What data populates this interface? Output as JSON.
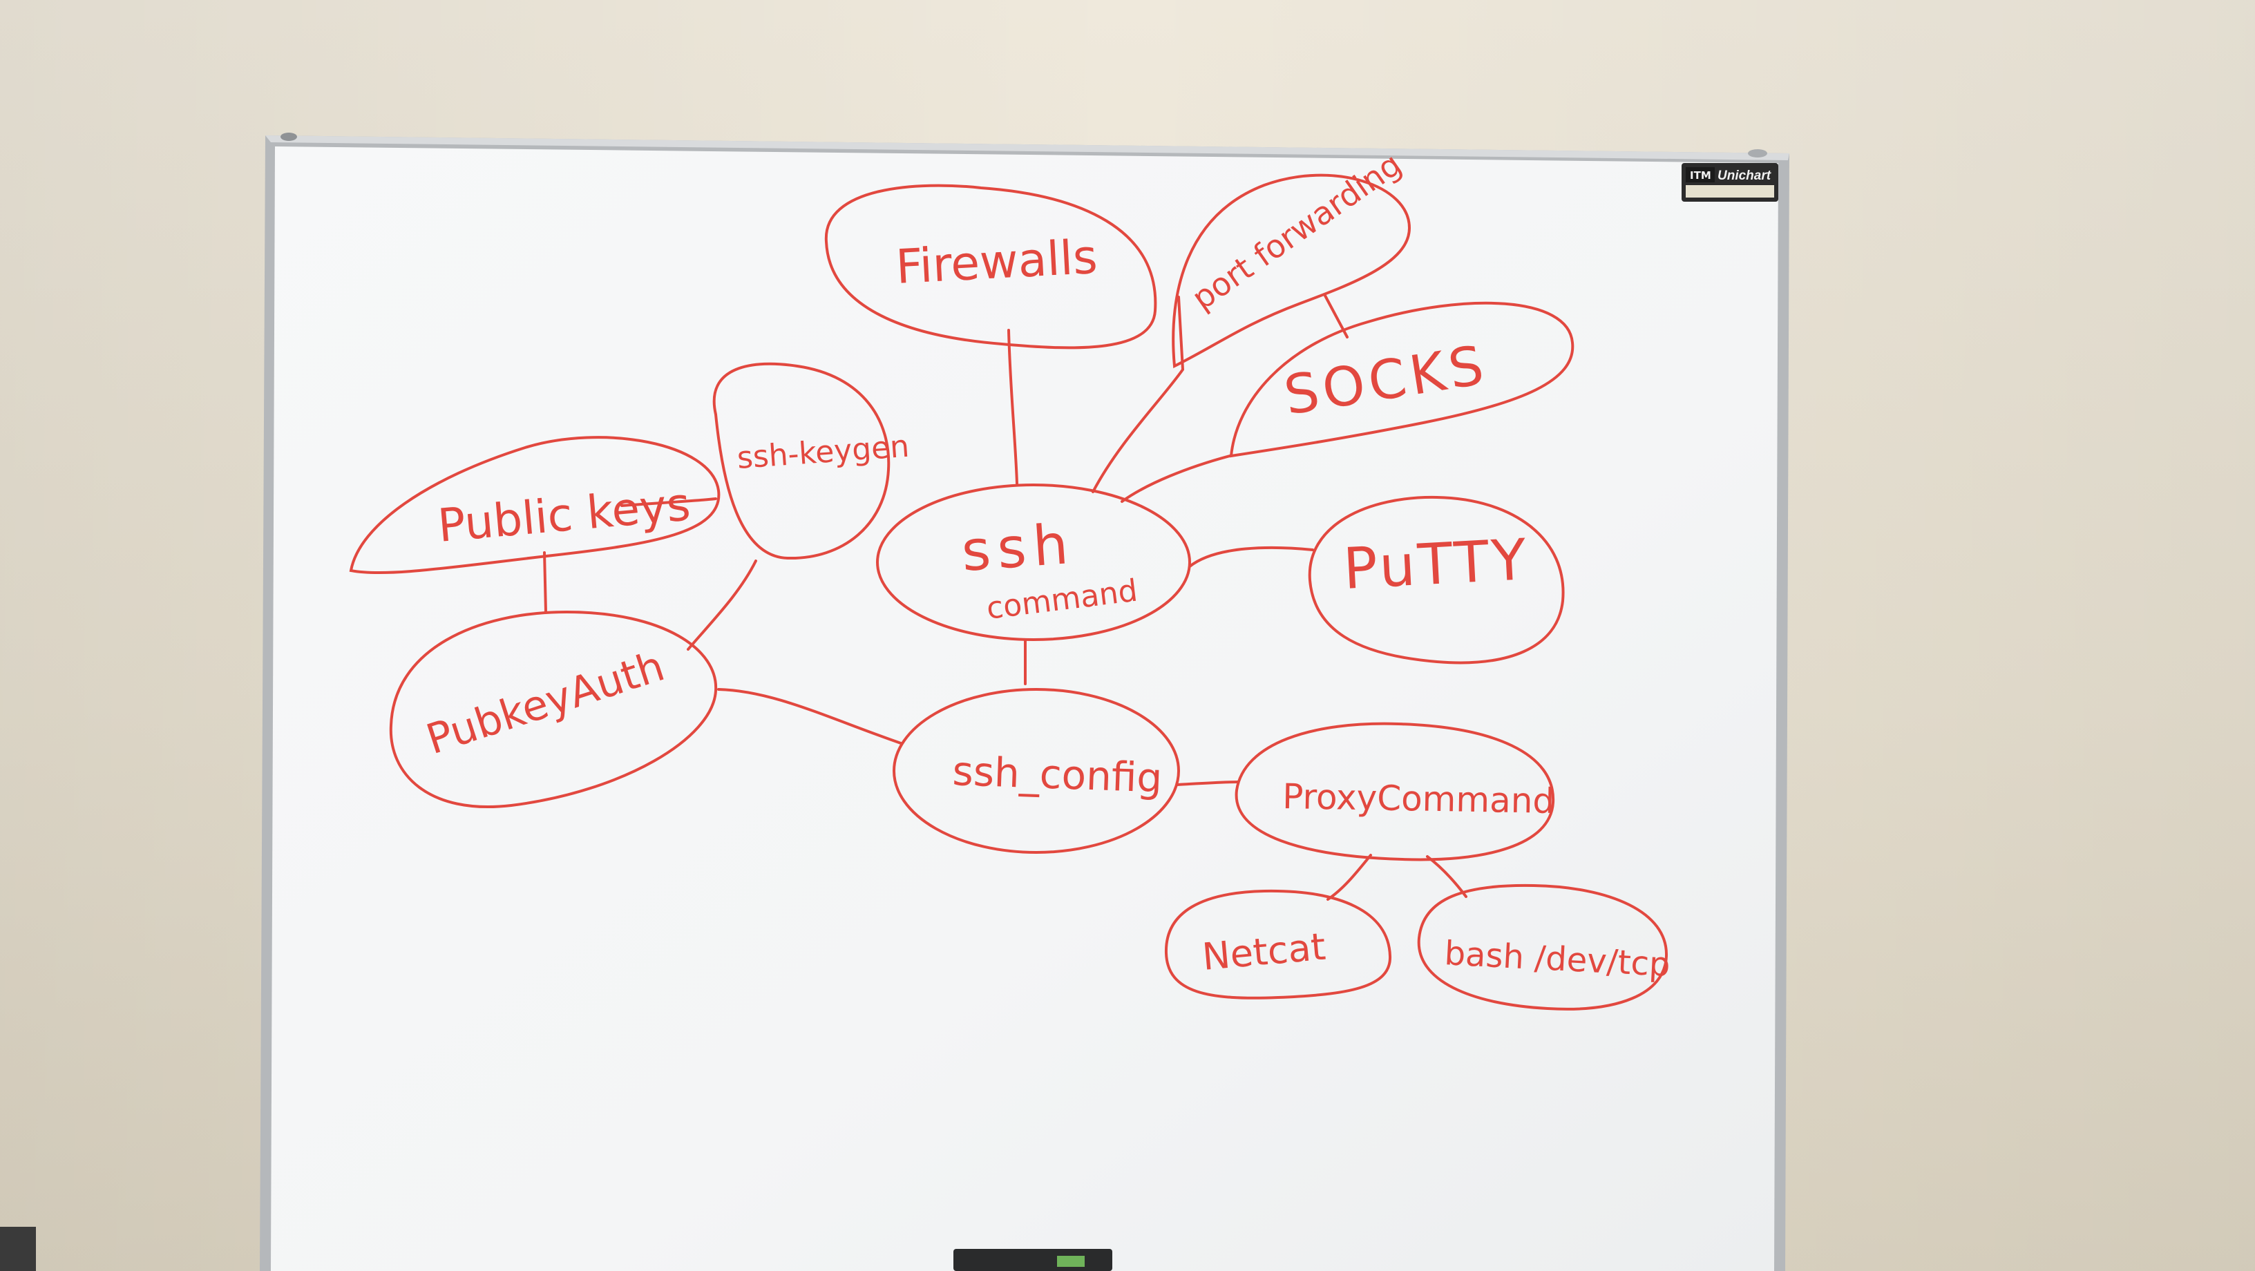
{
  "scene": {
    "type": "whiteboard-mind-map",
    "ink_color": "#e2483f",
    "wall_color": "#ebe4d6",
    "board_color": "#f6f7f8",
    "frame_color": "#b9bcbf"
  },
  "brand_label": {
    "name": "Unichart",
    "logo_text": "ITM"
  },
  "nodes": [
    {
      "id": "firewalls",
      "label": "Firewalls"
    },
    {
      "id": "port_forwarding",
      "label": "port forwarding"
    },
    {
      "id": "socks",
      "label": "SOCKS"
    },
    {
      "id": "ssh_keygen",
      "label": "ssh-keygen"
    },
    {
      "id": "public_keys",
      "label": "Public keys"
    },
    {
      "id": "ssh_command",
      "label": "ssh",
      "sublabel": "command"
    },
    {
      "id": "putty",
      "label": "PuTTY"
    },
    {
      "id": "pubkeyauth",
      "label": "PubkeyAuth"
    },
    {
      "id": "ssh_config",
      "label": "ssh_config"
    },
    {
      "id": "proxycommand",
      "label": "ProxyCommand"
    },
    {
      "id": "netcat",
      "label": "Netcat"
    },
    {
      "id": "bash_dev_tcp",
      "label": "bash /dev/tcp"
    }
  ],
  "edges": [
    [
      "ssh_command",
      "firewalls"
    ],
    [
      "ssh_command",
      "port_forwarding"
    ],
    [
      "ssh_command",
      "socks"
    ],
    [
      "port_forwarding",
      "socks"
    ],
    [
      "ssh_command",
      "putty"
    ],
    [
      "ssh_command",
      "ssh_config"
    ],
    [
      "ssh_config",
      "pubkeyauth"
    ],
    [
      "pubkeyauth",
      "public_keys"
    ],
    [
      "pubkeyauth",
      "ssh_keygen"
    ],
    [
      "ssh_config",
      "proxycommand"
    ],
    [
      "proxycommand",
      "netcat"
    ],
    [
      "proxycommand",
      "bash_dev_tcp"
    ]
  ]
}
